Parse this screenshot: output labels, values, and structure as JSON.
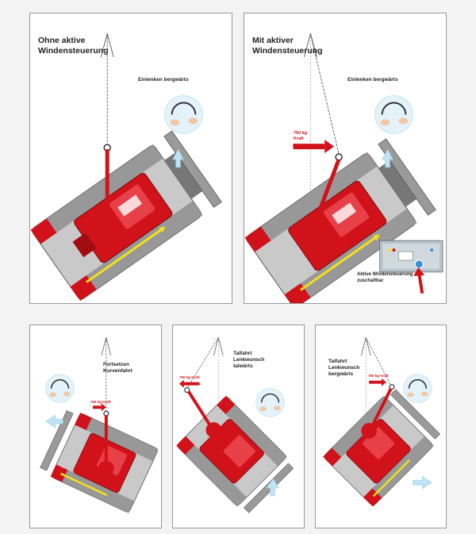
{
  "panels": {
    "top_left": {
      "title": "Ohne aktive\nWindensteuerung",
      "label": "Einlenken bergwärts"
    },
    "top_right": {
      "title": "Mit aktiver\nWindensteuerung",
      "label": "Einlenken bergwärts",
      "force": "750 kg\nKraft",
      "inset_label": "Aktive Windensteuerung\nzuschaltbar"
    },
    "bottom_left": {
      "label": "Fortsetzen\nKurvenfahrt",
      "force": "750 kg Kraft"
    },
    "bottom_middle": {
      "label": "Talfahrt\nLenkwunsch\ntalwärts",
      "force": "750 kg Kraft"
    },
    "bottom_right": {
      "label": "Talfahrt\nLenkwunsch\nbergwärts",
      "force": "750 kg Kraft"
    }
  },
  "colors": {
    "machine_red": "#d2121a",
    "track_grey": "#8c8c8c",
    "blade_grey": "#9a9a9a",
    "arrow_blue": "#bfe3f2",
    "arrow_yellow": "#f2e01c",
    "force_red": "#d2121a"
  },
  "icons": [
    "winch-cable-icon",
    "steering-wheel-icon",
    "force-arrow-icon",
    "direction-arrow-icon",
    "control-panel-icon"
  ]
}
